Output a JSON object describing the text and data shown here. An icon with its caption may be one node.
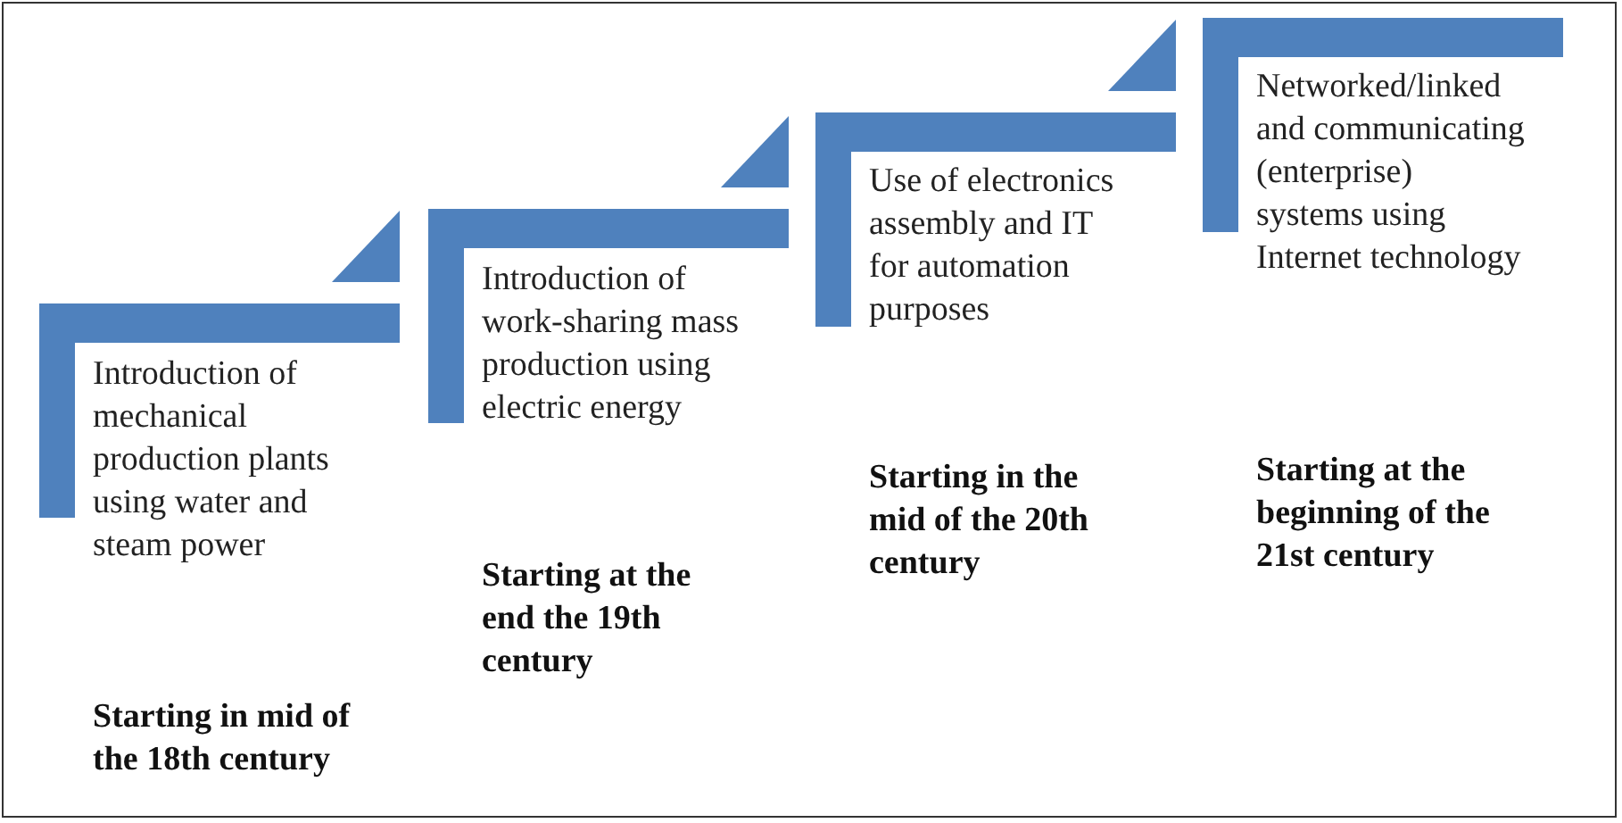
{
  "diagram": {
    "nodes": [
      {
        "text": [
          "Introduction of mechanical production plants using water and steam power"
        ]
      },
      {
        "text": [
          "Introduction of work-sharing mass production using electric energy"
        ]
      },
      {
        "text": [
          "Use of electronics assembly and IT for automation purposes"
        ]
      },
      {
        "text": [
          "Networked/linked and communicating (enterprise) systems using Internet technology"
        ]
      }
    ],
    "labels": [
      "Starting in mid of the 18th century",
      "Starting at the end the 19th century",
      "Starting in the mid of the 20th century",
      "Starting at the beginning of the 21st century"
    ]
  }
}
